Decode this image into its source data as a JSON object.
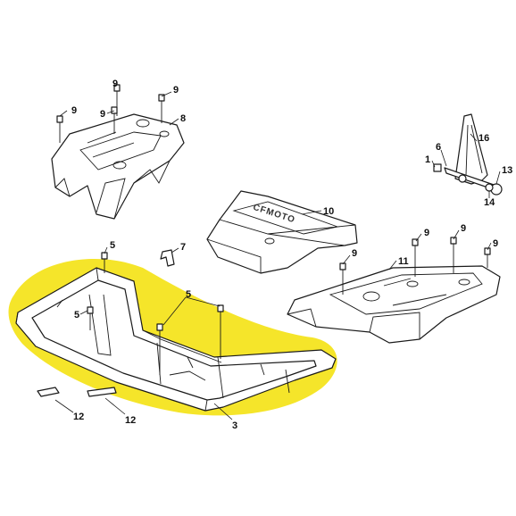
{
  "colors": {
    "highlight": "#f5e52a",
    "outline": "#1a1a1a",
    "background": "#ffffff"
  },
  "brand_text": "CFMOTO",
  "callouts": {
    "c1": "1",
    "c3": "3",
    "c5a": "5",
    "c5b": "5",
    "c5c": "5",
    "c6": "6",
    "c7": "7",
    "c8": "8",
    "c9_front_left": "9",
    "c9_front_top": "9",
    "c9_front_mid": "9",
    "c9_rear_a": "9",
    "c9_rear_b": "9",
    "c9_rear_c": "9",
    "c9_rear_d": "9",
    "c10": "10",
    "c11": "11",
    "c12a": "12",
    "c12b": "12",
    "c13": "13",
    "c14": "14",
    "c16": "16"
  }
}
